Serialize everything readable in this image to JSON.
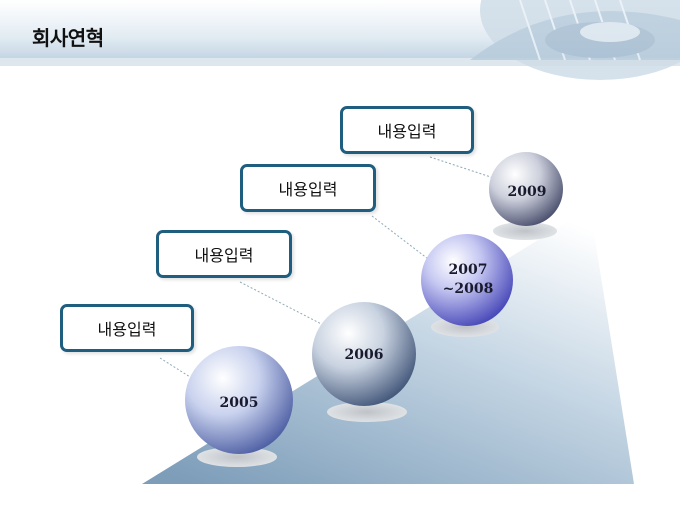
{
  "header": {
    "title": "회사연혁"
  },
  "milestones": [
    {
      "year": "2005",
      "label": "내용입력"
    },
    {
      "year": "2006",
      "label": "내용입력"
    },
    {
      "year": "2007\n~2008",
      "label": "내용입력"
    },
    {
      "year": "2009",
      "label": "내용입력"
    }
  ],
  "colors": {
    "box_border": "#1f5e7e",
    "ramp": "#8eaac3",
    "header_band": "#c9d9e6"
  }
}
